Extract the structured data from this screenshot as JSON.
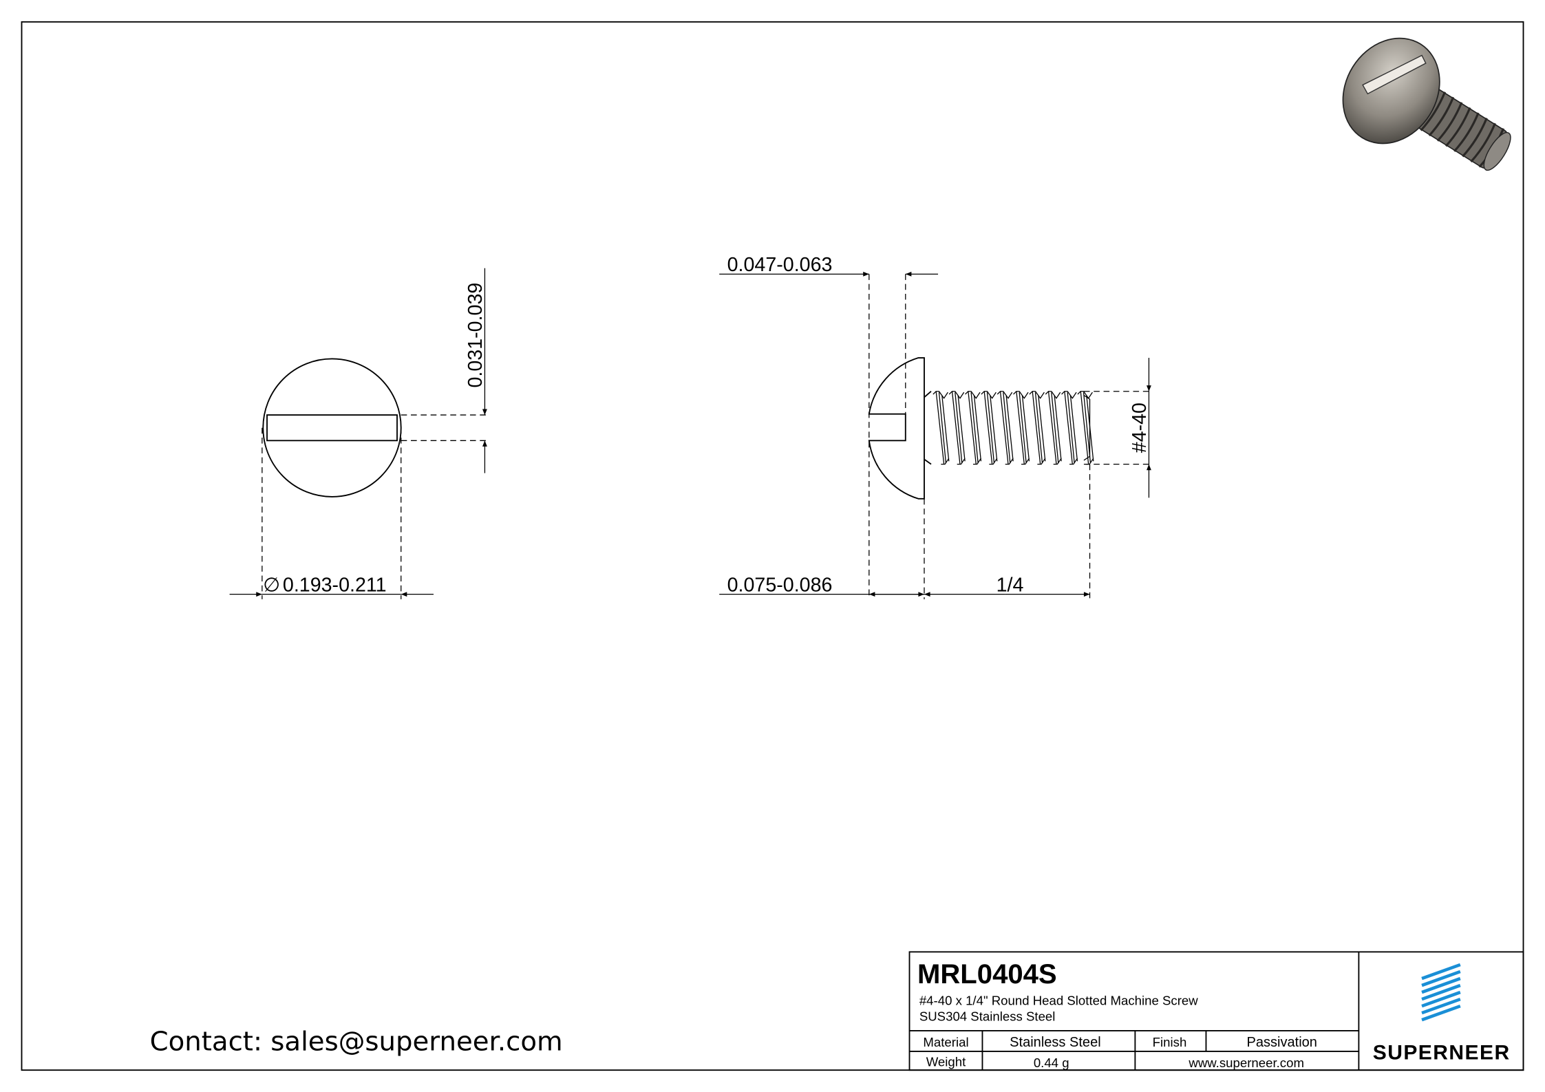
{
  "drawing": {
    "part_number": "MRL0404S",
    "description": "#4-40 x 1/4\" Round Head Slotted  Machine Screw",
    "material_spec": "SUS304 Stainless Steel",
    "material_label": "Material",
    "material_value": "Stainless Steel",
    "finish_label": "Finish",
    "finish_value": "Passivation",
    "weight_label": "Weight",
    "weight_value": "0.44 g",
    "website": "www.superneer.com",
    "brand": "SUPERNEER",
    "contact": "Contact: sales@superneer.com"
  },
  "dimensions": {
    "head_diameter": "0.193-0.211",
    "diameter_symbol": "∅",
    "slot_width": "0.031-0.039",
    "slot_depth": "0.047-0.063",
    "head_height": "0.075-0.086",
    "length": "1/4",
    "thread": "#4-40"
  },
  "colors": {
    "brand_blue": "#1a8fd6",
    "line": "#000000"
  }
}
